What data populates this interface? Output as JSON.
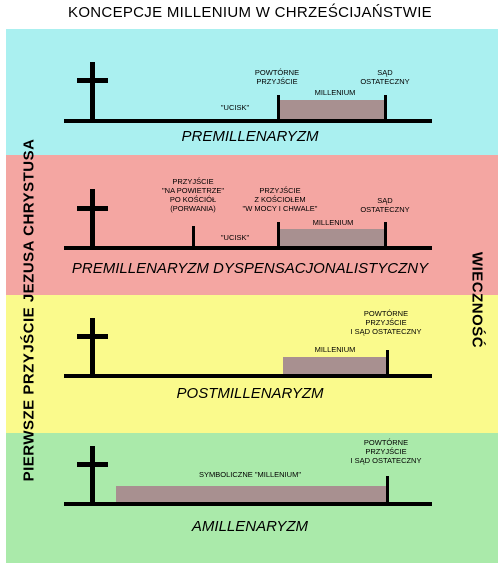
{
  "title": "KONCEPCJE MILLENIUM W CHRZEŚCIJAŃSTWIE",
  "side_left": "PIERWSZE PRZYJŚCIE JEZUSA CHRYSTUSA",
  "side_right": "WIECZNOŚĆ",
  "colors": {
    "band1": "#aaf0f0",
    "band2": "#f4a6a2",
    "band3": "#fafa8c",
    "band4": "#aaeaaa",
    "millennium_bar": "#a89090"
  },
  "premil": {
    "name": "PREMILLENARYZM",
    "second_coming": "POWTÓRNE\nPRZYJŚCIE",
    "judgment": "SĄD\nOSTATECZNY",
    "millennium": "MILLENIUM",
    "ucisk": "\"UCISK\""
  },
  "dispens": {
    "name": "PREMILLENARYZM DYSPENSACJONALISTYCZNY",
    "rapture": "PRZYJŚCIE\n\"NA POWIETRZE\"\nPO KOŚCIÓŁ\n(PORWANIA)",
    "coming_with_church": "PRZYJŚCIE\nZ KOŚCIOŁEM\n\"W MOCY I CHWALE\"",
    "judgment": "SĄD\nOSTATECZNY",
    "millennium": "MILLENIUM",
    "ucisk": "\"UCISK\""
  },
  "postmil": {
    "name": "POSTMILLENARYZM",
    "second_coming_judgment": "POWTÓRNE\nPRZYJŚCIE\nI SĄD OSTATECZNY",
    "millennium": "MILLENIUM"
  },
  "amil": {
    "name": "AMILLENARYZM",
    "second_coming_judgment": "POWTÓRNE\nPRZYJŚCIE\nI SĄD OSTATECZNY",
    "millennium": "SYMBOLICZNE \"MILLENIUM\""
  }
}
